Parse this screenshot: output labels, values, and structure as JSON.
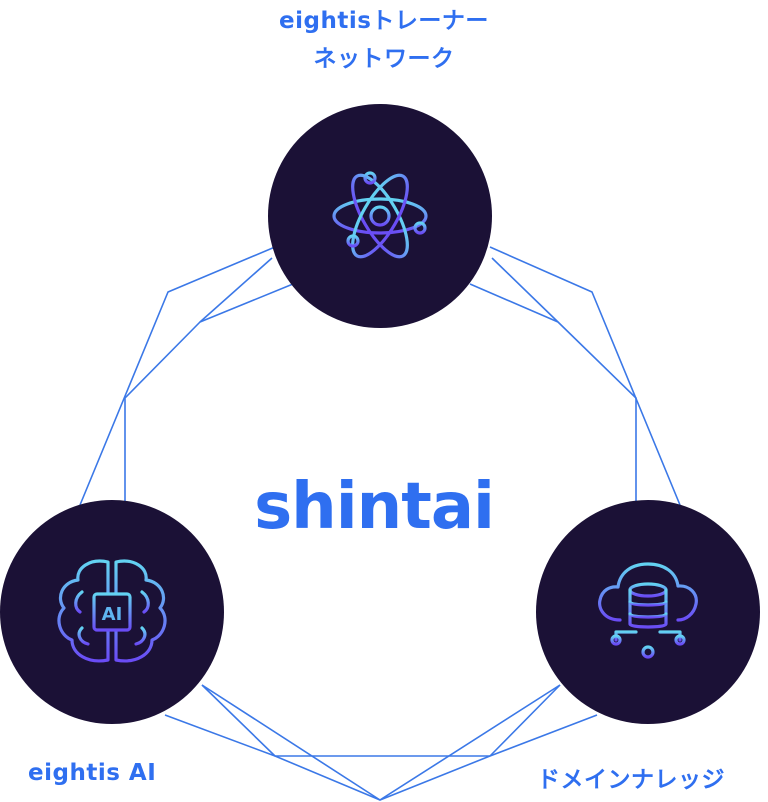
{
  "nodes": [
    {
      "id": "trainer-network",
      "label_lines": [
        "eightisトレーナー",
        "ネットワーク"
      ],
      "icon": "atom-icon"
    },
    {
      "id": "eightis-ai",
      "label_lines": [
        "eightis AI"
      ],
      "icon": "ai-brain-icon"
    },
    {
      "id": "domain-knowledge",
      "label_lines": [
        "ドメインナレッジ"
      ],
      "icon": "cloud-database-icon"
    }
  ],
  "center": {
    "text": "shintai"
  },
  "colors": {
    "node_fill": "#1b1136",
    "line": "#3b78e7",
    "label": "#2f6ff0",
    "center_text": "#2f6ff0",
    "icon_gradient_top": "#63d3f2",
    "icon_gradient_bottom": "#6a4cf5"
  }
}
